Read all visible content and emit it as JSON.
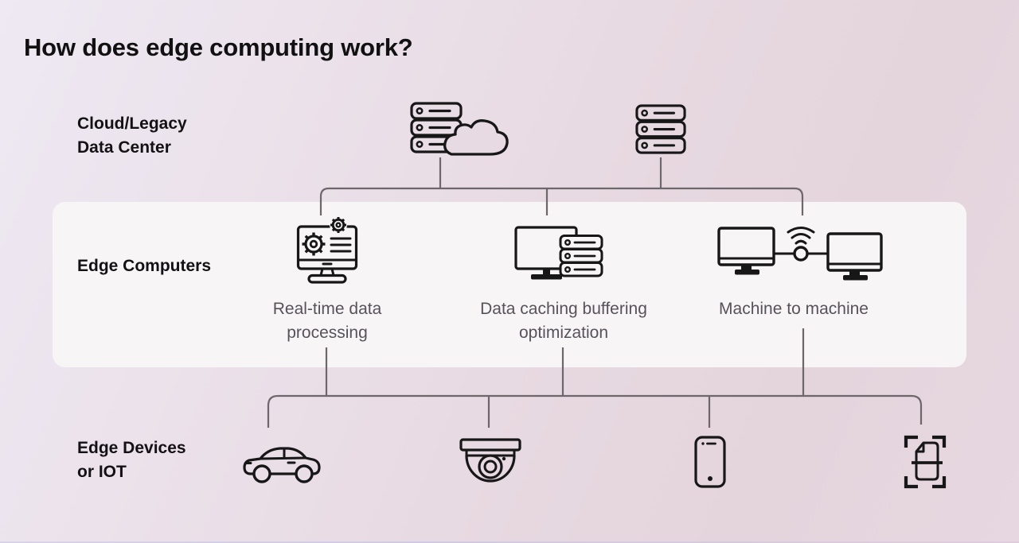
{
  "title": "How does edge computing work?",
  "palette": {
    "background_left": "#EEE9F3",
    "background_right": "#E4D4DC",
    "band": "#F8F5F7",
    "connector_line": "#6D676B",
    "icon_stroke": "#171717",
    "heading_text": "#111111",
    "label_text": "#141114",
    "caption_text": "#57525A"
  },
  "cloud_row": {
    "label_lines": [
      "Cloud/Legacy",
      "Data Center"
    ],
    "icons": [
      "server-with-cloud",
      "server-stack"
    ]
  },
  "edge_row": {
    "label": "Edge Computers",
    "items": [
      {
        "icon": "monitor-with-gears",
        "caption_lines": [
          "Real-time data",
          "processing"
        ]
      },
      {
        "icon": "monitor-with-server",
        "caption_lines": [
          "Data caching buffering",
          "optimization"
        ]
      },
      {
        "icon": "machine-to-machine",
        "caption_lines": [
          "Machine to machine"
        ]
      }
    ]
  },
  "device_row": {
    "label_lines": [
      "Edge Devices",
      "or IOT"
    ],
    "icons": [
      "car",
      "security-camera",
      "smartphone",
      "document-scanner"
    ]
  }
}
